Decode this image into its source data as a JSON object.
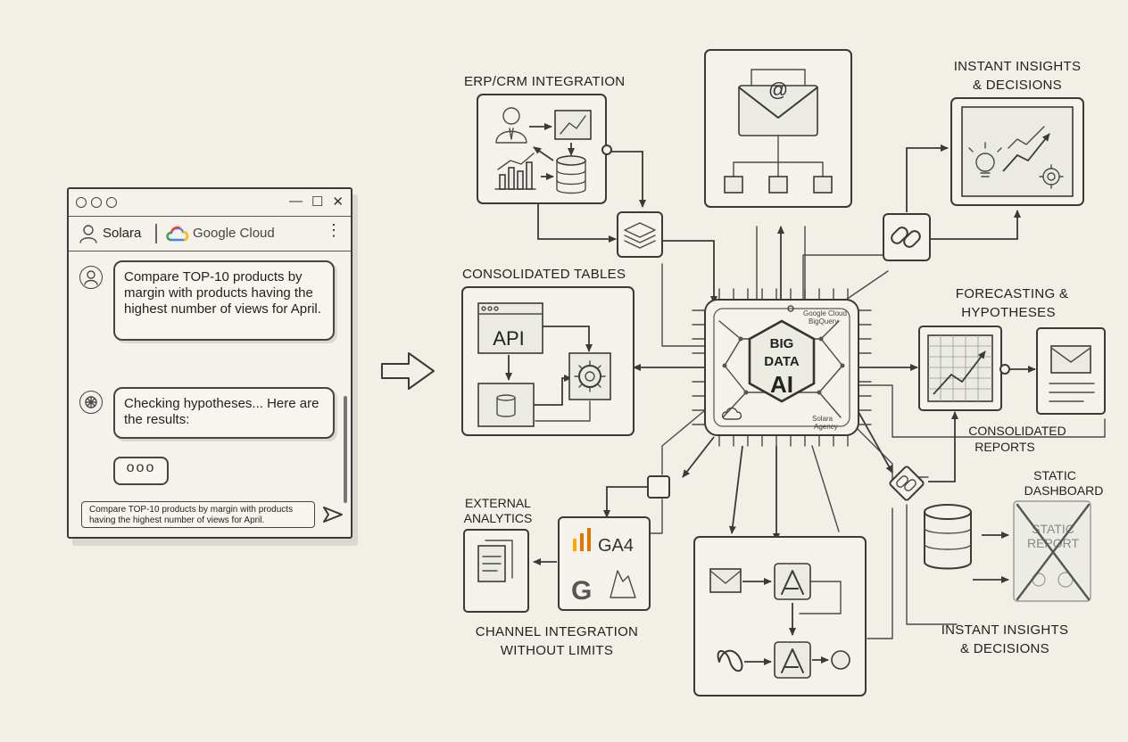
{
  "chat": {
    "brand": "Solara",
    "cloud_label": "Google Cloud",
    "user_message": "Compare TOP-10 products by margin with products having the highest number of views for April.",
    "bot_message": "Checking hypotheses... Here are the results:",
    "typing": "ooo",
    "input_value": "Compare TOP-10 products by margin with products having the highest number of views for April."
  },
  "diagram": {
    "erp_crm": "ERP/CRM INTEGRATION",
    "insights_top_1": "INSTANT INSIGHTS",
    "insights_top_2": "& DECISIONS",
    "consolidated_tables": "CONSOLIDATED TABLES",
    "api": "API",
    "forecasting_1": "FORECASTING &",
    "forecasting_2": "HYPOTHESES",
    "consolidated_reports_1": "CONSOLIDATED",
    "consolidated_reports_2": "REPORTS",
    "static_dashboard_1": "STATIC",
    "static_dashboard_2": "DASHBOARD",
    "static_report_1": "STATIC",
    "static_report_2": "REPORT",
    "external_analytics_1": "EXTERNAL",
    "external_analytics_2": "ANALYTICS",
    "channel_integration_1": "CHANNEL INTEGRATION",
    "channel_integration_2": "WITHOUT LIMITS",
    "insights_bottom_1": "INSTANT INSIGHTS",
    "insights_bottom_2": "& DECISIONS",
    "ga4": "GA4",
    "chip_line_1": "BIG",
    "chip_line_2": "DATA",
    "chip_line_3": "AI",
    "chip_brand_top": "Google Cloud",
    "chip_brand_top_2": "BigQuery",
    "chip_brand_bottom": "Solara",
    "chip_brand_bottom_2": "Agency",
    "email_at": "@"
  }
}
